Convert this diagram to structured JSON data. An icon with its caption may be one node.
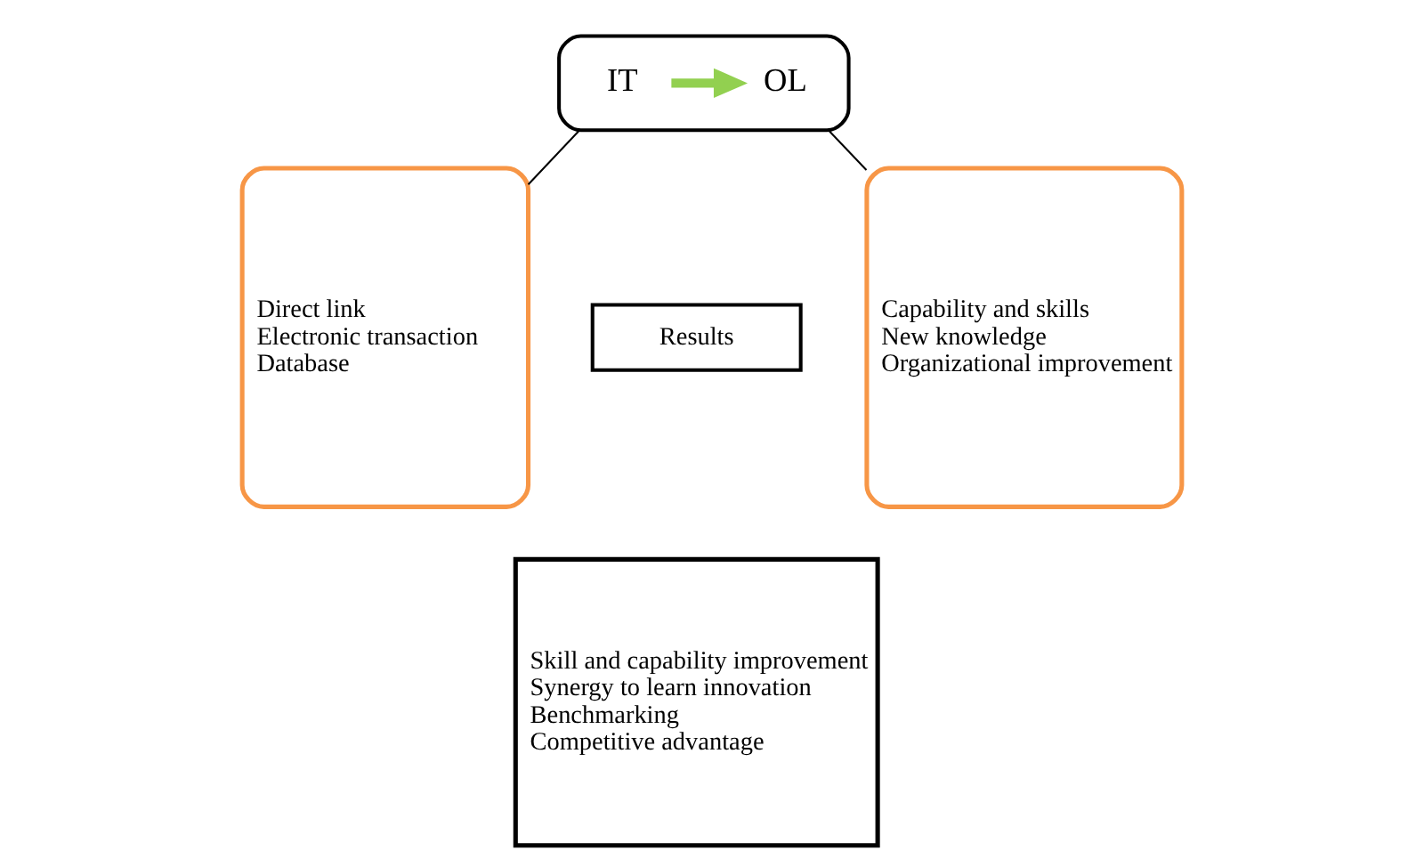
{
  "diagram": {
    "nodes": [
      {
        "text": [],
        "shape": "box"
      },
      {
        "text": [
          "IT"
        ],
        "in": 0
      },
      {
        "text": [
          "OL"
        ],
        "in": 0
      },
      {
        "text": [
          "Direct link",
          "Electronic transaction",
          "Database"
        ]
      },
      {
        "text": [
          "Results"
        ]
      },
      {
        "text": [
          "Skill and capability improvement",
          "Synergy to learn innovation",
          "Benchmarking",
          "Competitive advantage"
        ]
      },
      {
        "text": [
          "Capability and skills",
          "New knowledge",
          "Organizational improvement"
        ]
      }
    ],
    "edges": [
      {
        "from": 1,
        "to": 2,
        "arrow": "to",
        "style": "thick",
        "color": "#92d050"
      },
      {
        "from": 0,
        "to": 3,
        "arrow": "none"
      },
      {
        "from": 0,
        "to": 6,
        "arrow": "none"
      }
    ]
  }
}
